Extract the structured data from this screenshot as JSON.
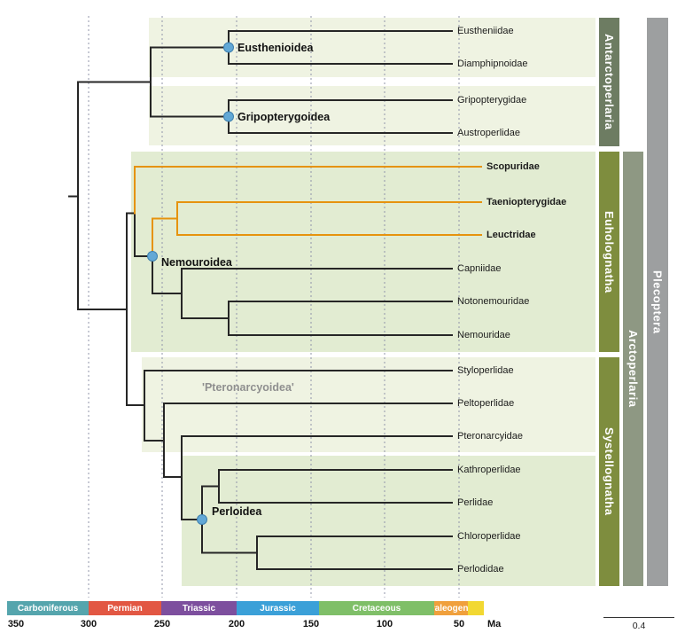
{
  "tips": [
    {
      "label": "Eustheniidae"
    },
    {
      "label": "Diamphipnoidae"
    },
    {
      "label": "Gripopterygidae"
    },
    {
      "label": "Austroperlidae"
    },
    {
      "label": "Scopuridae"
    },
    {
      "label": "Taeniopterygidae"
    },
    {
      "label": "Leuctridae"
    },
    {
      "label": "Capniidae"
    },
    {
      "label": "Notonemouridae"
    },
    {
      "label": "Nemouridae"
    },
    {
      "label": "Styloperlidae"
    },
    {
      "label": "Peltoperlidae"
    },
    {
      "label": "Pteronarcyidae"
    },
    {
      "label": "Kathroperlidae"
    },
    {
      "label": "Perlidae"
    },
    {
      "label": "Chloroperlidae"
    },
    {
      "label": "Perlodidae"
    }
  ],
  "clade_labels": [
    {
      "label": "Eusthenioidea"
    },
    {
      "label": "Gripopterygoidea"
    },
    {
      "label": "Nemouroidea"
    },
    {
      "label": "'Pteronarcyoidea'"
    },
    {
      "label": "Perloidea"
    }
  ],
  "groups": [
    {
      "label": "Antarctoperlaria",
      "color": "#6d7c62"
    },
    {
      "label": "Euholognatha",
      "color": "#7e8d3e"
    },
    {
      "label": "Systellognatha",
      "color": "#7e8d3e"
    },
    {
      "label": "Arctoperlaria",
      "color": "#8e9883"
    },
    {
      "label": "Plecoptera",
      "color": "#9d9fa0"
    }
  ],
  "timescale": {
    "periods": [
      {
        "label": "Carboniferous",
        "color": "#55a5ad"
      },
      {
        "label": "Permian",
        "color": "#e25743"
      },
      {
        "label": "Triassic",
        "color": "#7d4f9e"
      },
      {
        "label": "Jurassic",
        "color": "#3ba0d8"
      },
      {
        "label": "Cretaceous",
        "color": "#7fbf68"
      },
      {
        "label": "Paleogene",
        "color": "#f0a03c"
      },
      {
        "label": "",
        "color": "#f2d832"
      }
    ],
    "ticks": [
      "350",
      "300",
      "250",
      "200",
      "150",
      "100",
      "50"
    ],
    "unit": "Ma"
  },
  "scale_bar": {
    "label": "0.4"
  },
  "colors": {
    "branch": "#262626",
    "highlight": "#e6930e",
    "node_marker": "#62a8d6",
    "band_pale": "#eff3e2",
    "band_green": "#e2ecd2",
    "gridline": "#9095aa"
  }
}
